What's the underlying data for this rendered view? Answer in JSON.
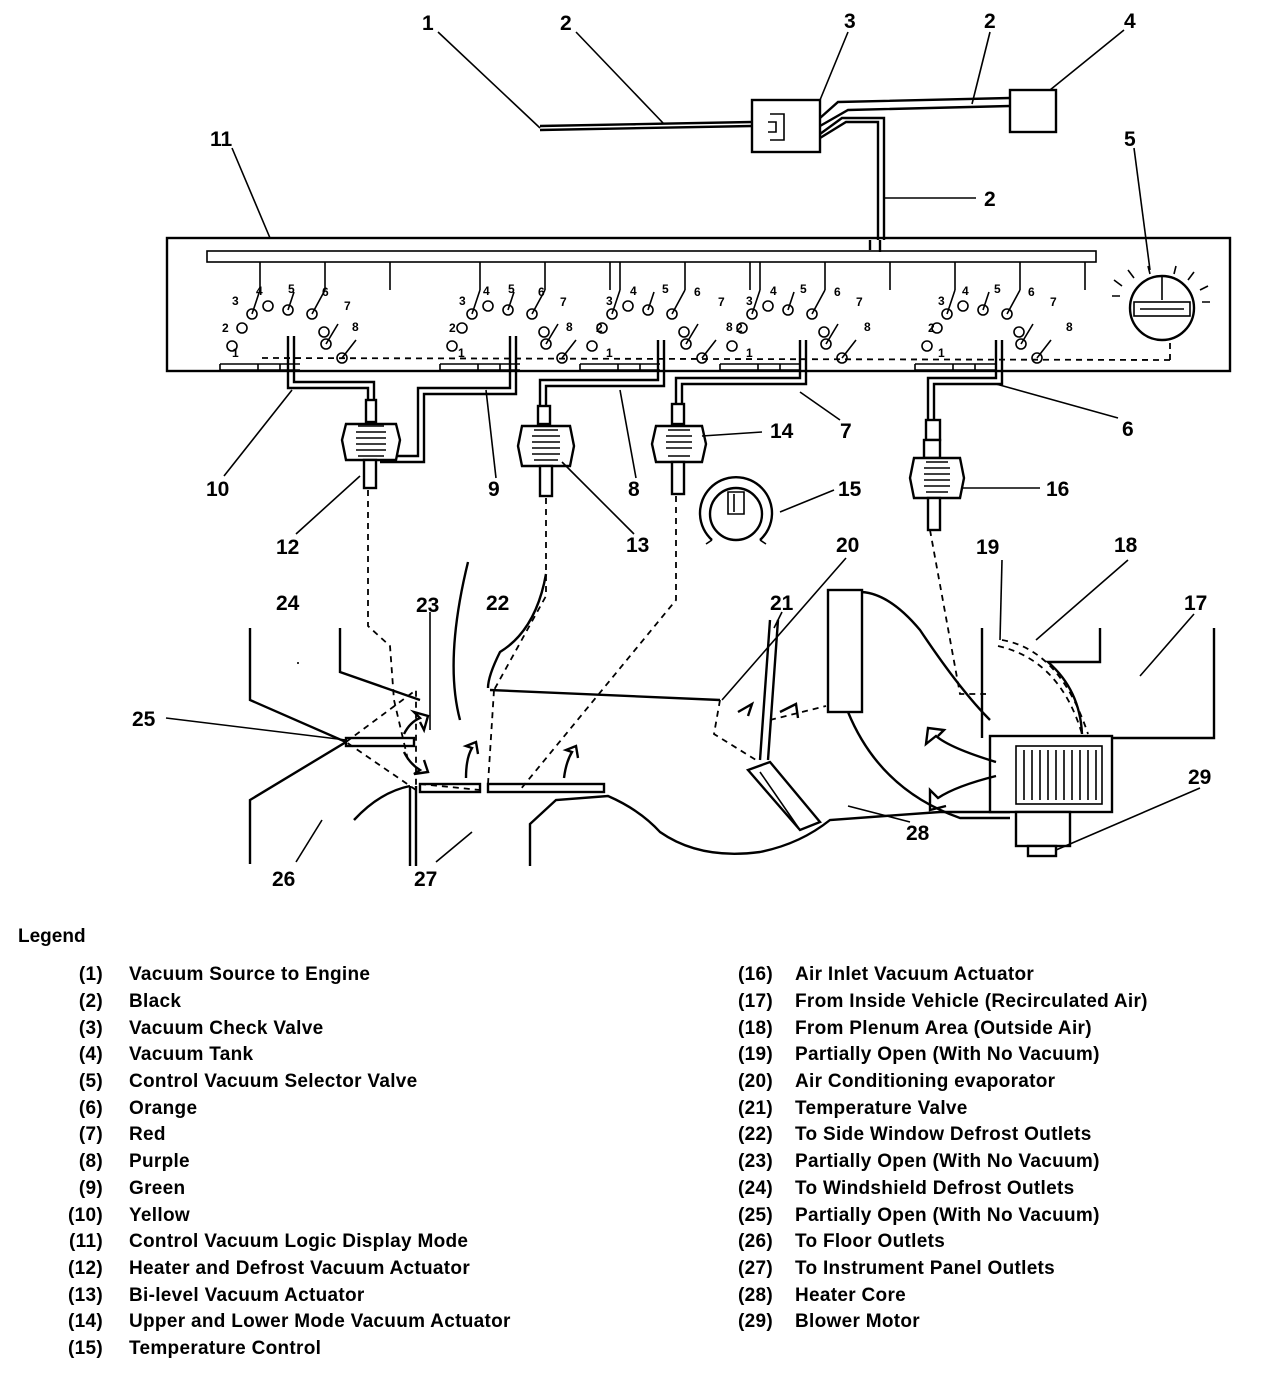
{
  "callouts": {
    "c1": "1",
    "c2": "2",
    "c3": "3",
    "c4": "4",
    "c5": "5",
    "c6": "6",
    "c7": "7",
    "c8": "8",
    "c9": "9",
    "c10": "10",
    "c11": "11",
    "c12": "12",
    "c13": "13",
    "c14": "14",
    "c15": "15",
    "c16": "16",
    "c17": "17",
    "c18": "18",
    "c19": "19",
    "c20": "20",
    "c21": "21",
    "c22": "22",
    "c23": "23",
    "c24": "24",
    "c25": "25",
    "c26": "26",
    "c27": "27",
    "c28": "28",
    "c29": "29"
  },
  "port_numbers": [
    "1",
    "2",
    "3",
    "4",
    "5",
    "6",
    "7",
    "8"
  ],
  "legend": {
    "title": "Legend",
    "left": [
      {
        "num": "(1)",
        "text": "Vacuum Source to Engine"
      },
      {
        "num": "(2)",
        "text": "Black"
      },
      {
        "num": "(3)",
        "text": "Vacuum Check Valve"
      },
      {
        "num": "(4)",
        "text": "Vacuum Tank"
      },
      {
        "num": "(5)",
        "text": "Control Vacuum Selector Valve"
      },
      {
        "num": "(6)",
        "text": "Orange"
      },
      {
        "num": "(7)",
        "text": "Red"
      },
      {
        "num": "(8)",
        "text": "Purple"
      },
      {
        "num": "(9)",
        "text": "Green"
      },
      {
        "num": "(10)",
        "text": "Yellow"
      },
      {
        "num": "(11)",
        "text": "Control Vacuum Logic Display Mode"
      },
      {
        "num": "(12)",
        "text": "Heater and Defrost Vacuum Actuator"
      },
      {
        "num": "(13)",
        "text": "Bi-level Vacuum Actuator"
      },
      {
        "num": "(14)",
        "text": "Upper and Lower Mode Vacuum Actuator"
      },
      {
        "num": "(15)",
        "text": "Temperature Control"
      }
    ],
    "right": [
      {
        "num": "(16)",
        "text": "Air Inlet Vacuum Actuator"
      },
      {
        "num": "(17)",
        "text": "From Inside Vehicle (Recirculated Air)"
      },
      {
        "num": "(18)",
        "text": "From Plenum Area (Outside Air)"
      },
      {
        "num": "(19)",
        "text": "Partially Open (With No Vacuum)"
      },
      {
        "num": "(20)",
        "text": "Air Conditioning evaporator"
      },
      {
        "num": "(21)",
        "text": "Temperature Valve"
      },
      {
        "num": "(22)",
        "text": "To Side Window Defrost Outlets"
      },
      {
        "num": "(23)",
        "text": "Partially Open (With No Vacuum)"
      },
      {
        "num": "(24)",
        "text": "To Windshield Defrost Outlets"
      },
      {
        "num": "(25)",
        "text": "Partially Open (With No Vacuum)"
      },
      {
        "num": "(26)",
        "text": "To Floor Outlets"
      },
      {
        "num": "(27)",
        "text": "To Instrument Panel Outlets"
      },
      {
        "num": "(28)",
        "text": "Heater Core"
      },
      {
        "num": "(29)",
        "text": "Blower Motor"
      }
    ]
  }
}
